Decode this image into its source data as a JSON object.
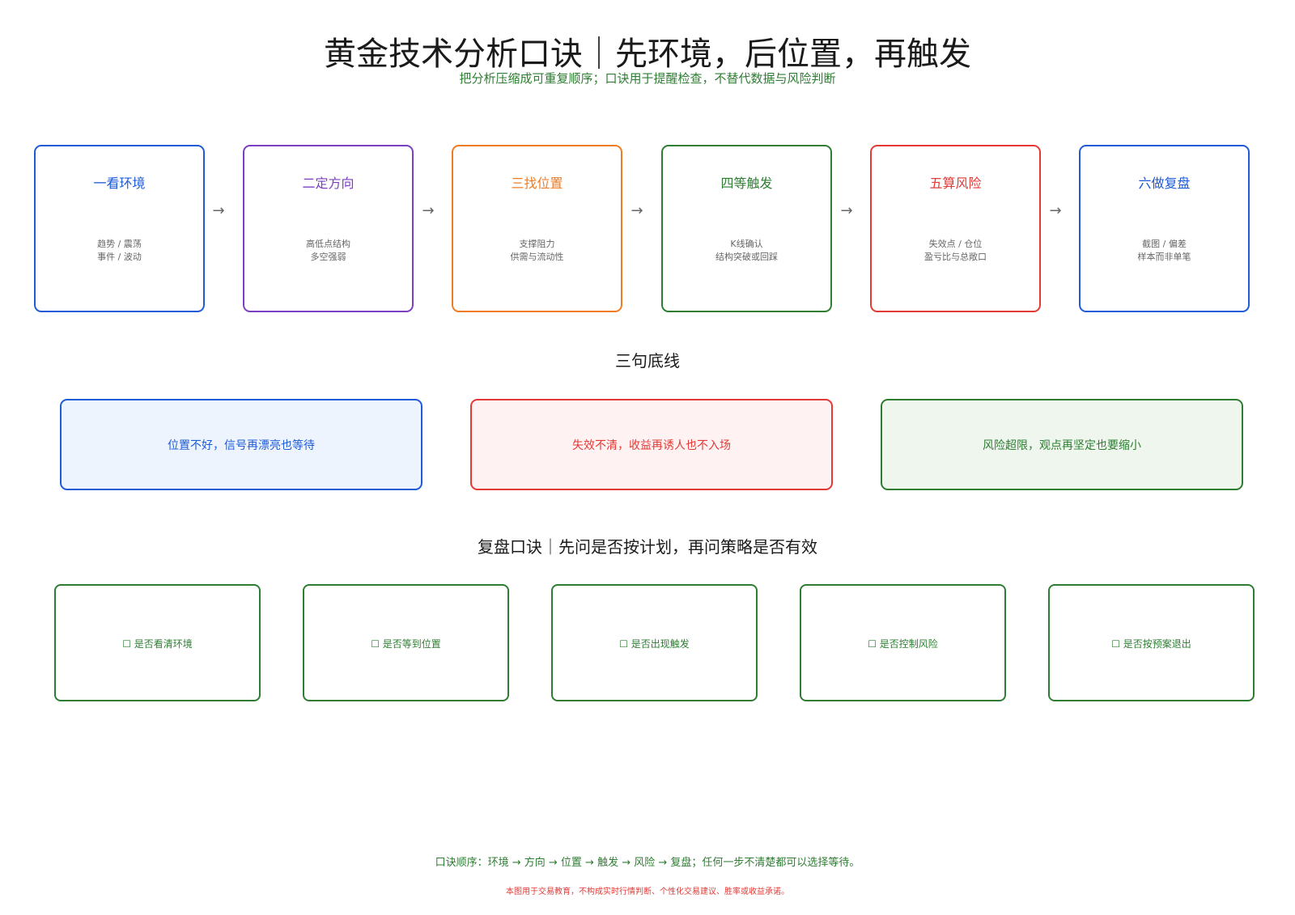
{
  "title": "黄金技术分析口诀｜先环境，后位置，再触发",
  "subtitle": "把分析压缩成可重复顺序；口诀用于提醒检查，不替代数据与风险判断",
  "steps": [
    {
      "title": "一看环境",
      "line1": "趋势 / 震荡",
      "line2": "事件 / 波动",
      "color": "#1e5bd6"
    },
    {
      "title": "二定方向",
      "line1": "高低点结构",
      "line2": "多空强弱",
      "color": "#7b3fc4"
    },
    {
      "title": "三找位置",
      "line1": "支撑阻力",
      "line2": "供需与流动性",
      "color": "#f07b21"
    },
    {
      "title": "四等触发",
      "line1": "K线确认",
      "line2": "结构突破或回踩",
      "color": "#2e7d32"
    },
    {
      "title": "五算风险",
      "line1": "失效点 / 仓位",
      "line2": "盈亏比与总敞口",
      "color": "#e53935"
    },
    {
      "title": "六做复盘",
      "line1": "截图 / 偏差",
      "line2": "样本而非单笔",
      "color": "#1e5bd6"
    }
  ],
  "arrow_glyph": "→",
  "bottom_lines": {
    "heading": "三句底线",
    "items": [
      {
        "text": "位置不好，信号再漂亮也等待",
        "color": "#1e5bd6",
        "bg": "#eef4fd"
      },
      {
        "text": "失效不清，收益再诱人也不入场",
        "color": "#e53935",
        "bg": "#fef2f2"
      },
      {
        "text": "风险超限，观点再坚定也要缩小",
        "color": "#2e7d32",
        "bg": "#eef6ee"
      }
    ]
  },
  "review": {
    "heading": "复盘口诀｜先问是否按计划，再问策略是否有效",
    "items": [
      {
        "text": "☐ 是否看清环境"
      },
      {
        "text": "☐ 是否等到位置"
      },
      {
        "text": "☐ 是否出现触发"
      },
      {
        "text": "☐ 是否控制风险"
      },
      {
        "text": "☐ 是否按预案退出"
      }
    ]
  },
  "footer_note": "口诀顺序：环境 → 方向 → 位置 → 触发 → 风险 → 复盘；任何一步不清楚都可以选择等待。",
  "disclaimer": "本图用于交易教育，不构成实时行情判断、个性化交易建议、胜率或收益承诺。"
}
